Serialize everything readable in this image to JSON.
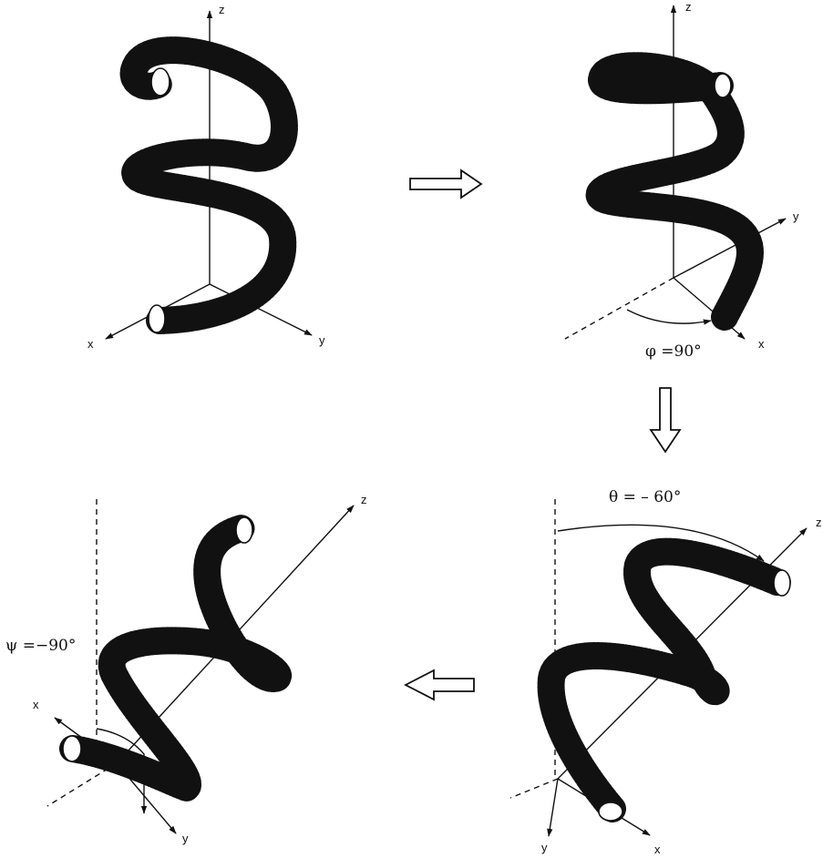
{
  "panels": {
    "p1": {
      "axes": {
        "z": "z",
        "x": "x",
        "y": "y"
      }
    },
    "p2": {
      "axes": {
        "z": "z",
        "x": "x",
        "y": "y"
      },
      "angle": {
        "label": "φ =90°"
      }
    },
    "p3": {
      "axes": {
        "z": "z",
        "x": "x",
        "y": "y"
      },
      "angle": {
        "label": "θ = – 60°"
      }
    },
    "p4": {
      "axes": {
        "z": "z",
        "x": "x",
        "y": "y"
      },
      "angle": {
        "label": "ψ =−90°"
      }
    }
  },
  "style": {
    "ink": "#111111",
    "background": "#ffffff"
  }
}
